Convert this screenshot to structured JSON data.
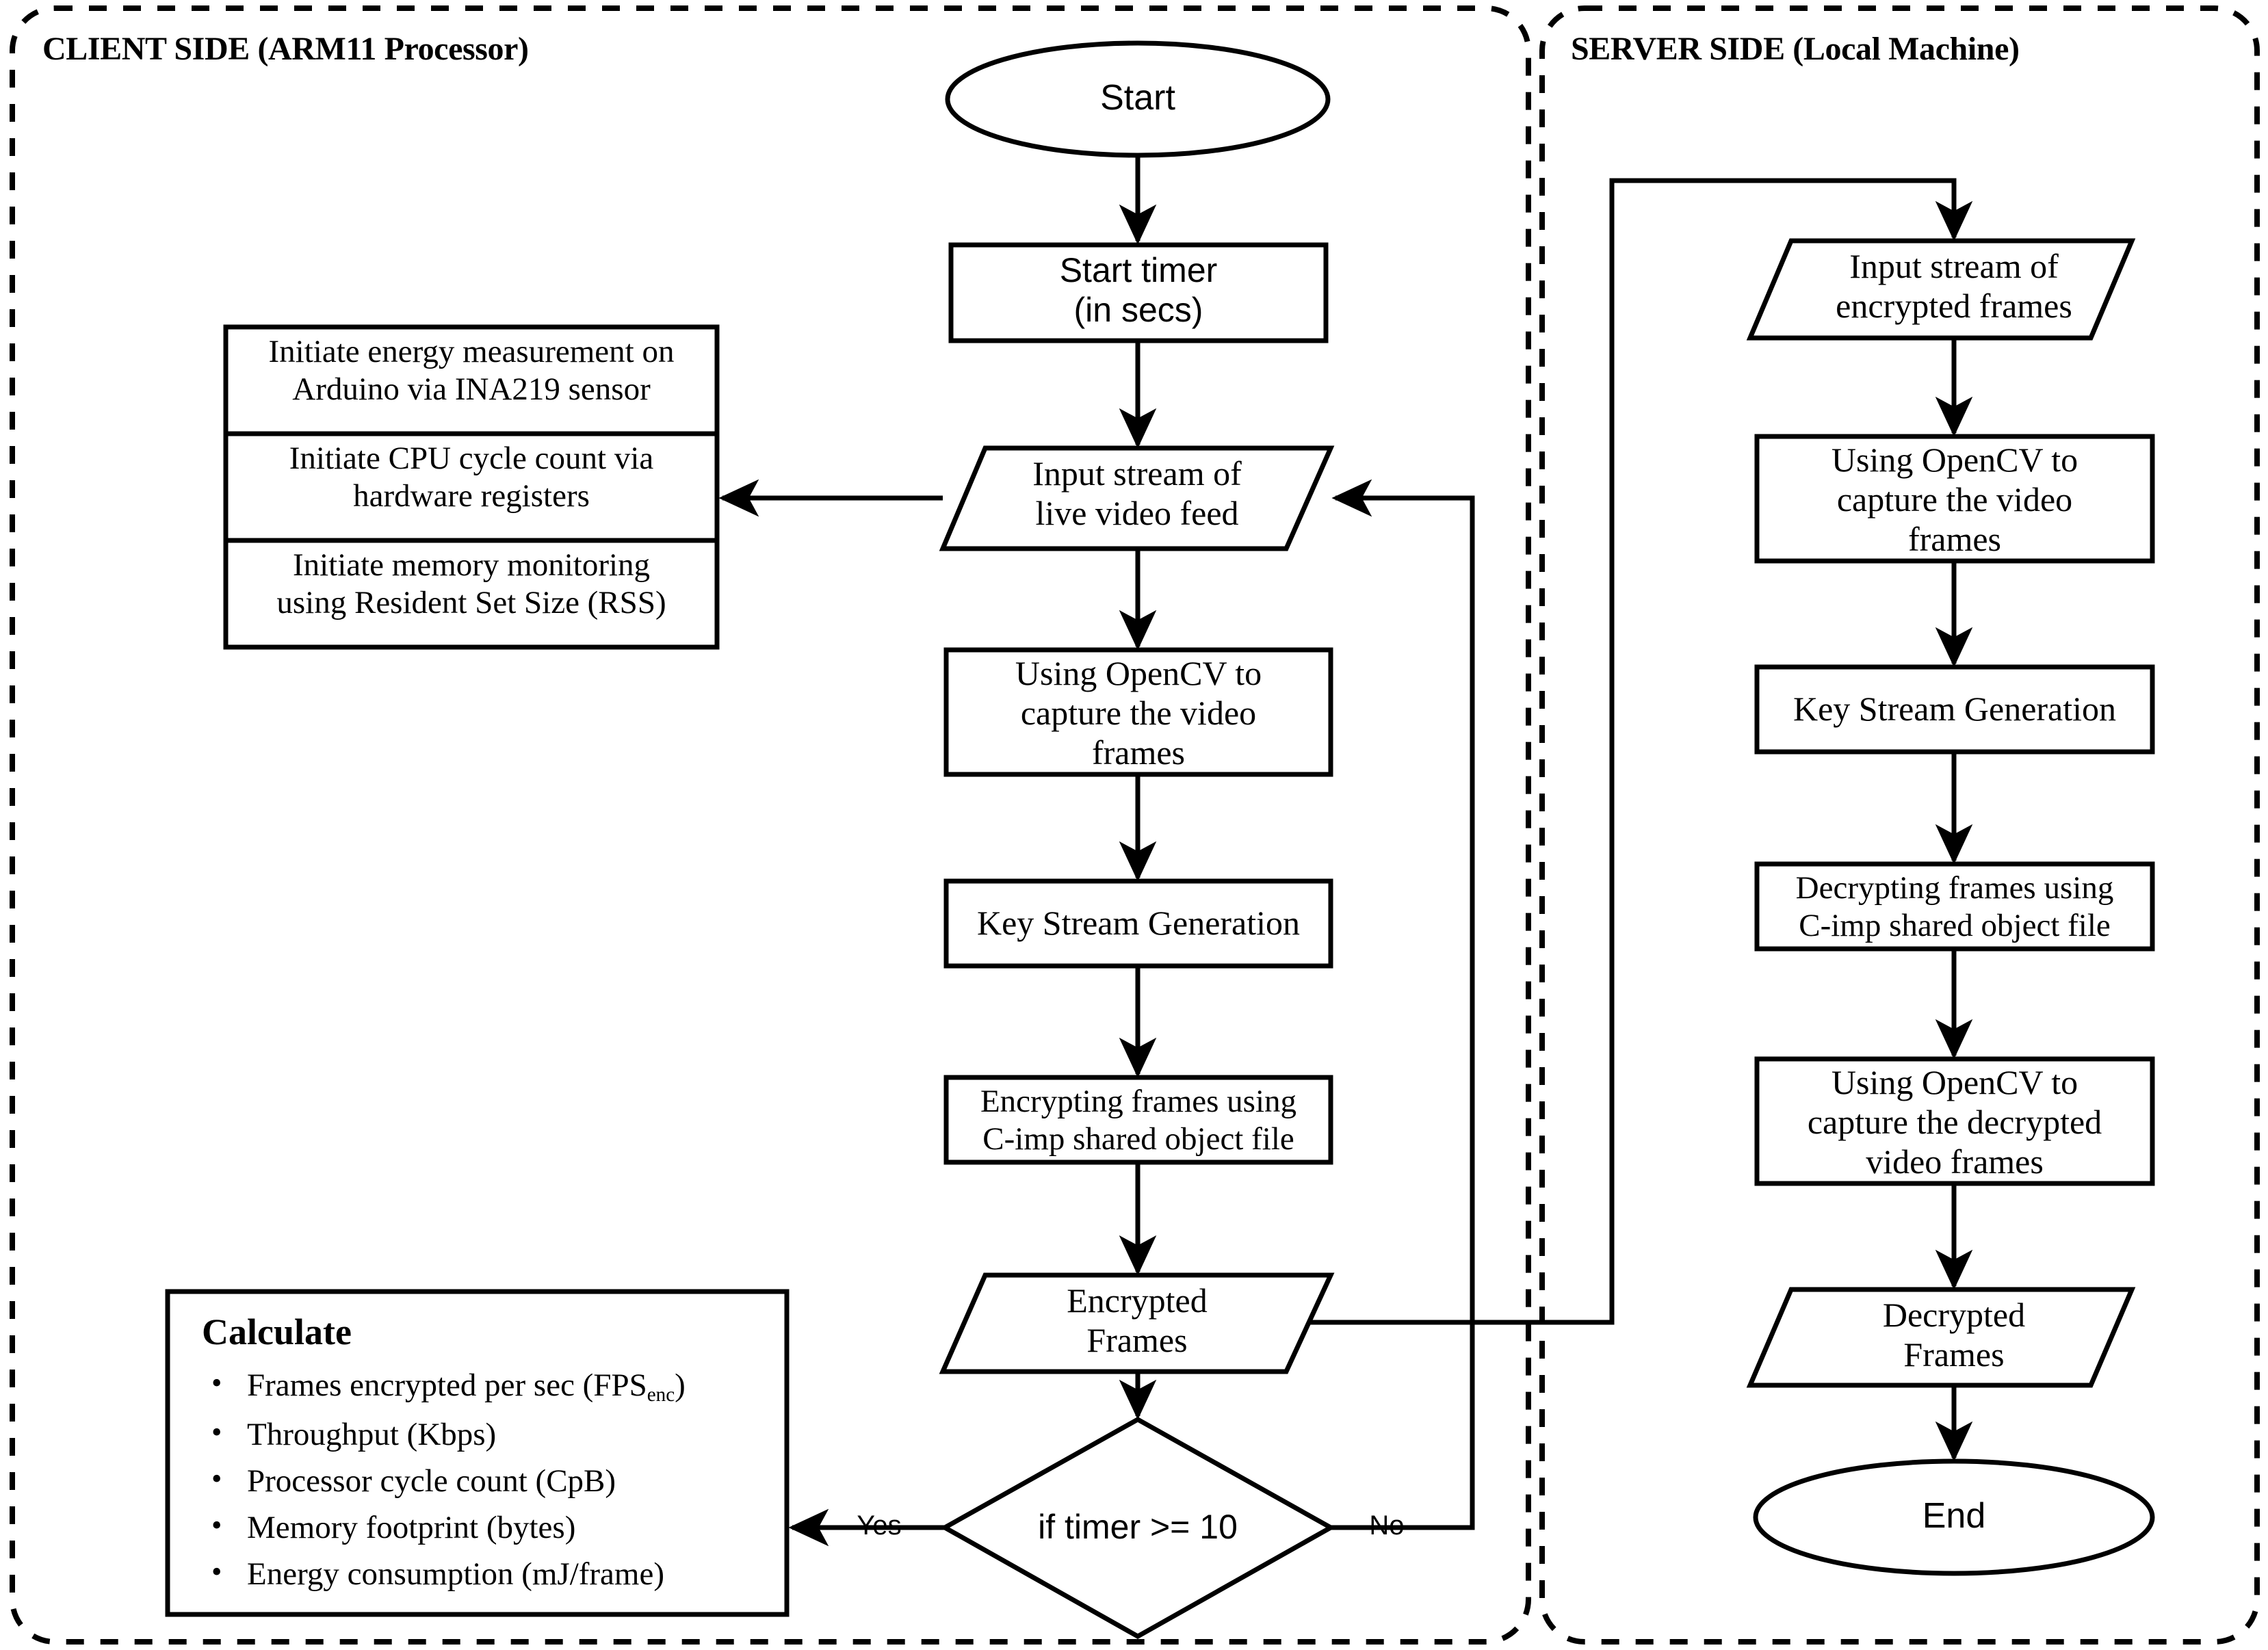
{
  "panels": {
    "client": {
      "title": "CLIENT SIDE (ARM11 Processor)"
    },
    "server": {
      "title": "SERVER SIDE (Local Machine)"
    }
  },
  "client_flow": {
    "start": "Start",
    "start_timer_l1": "Start timer",
    "start_timer_l2": "(in secs)",
    "input_stream_l1": "Input stream of",
    "input_stream_l2": "live video feed",
    "opencv_l1": "Using OpenCV to",
    "opencv_l2": "capture the video",
    "opencv_l3": "frames",
    "key_stream": "Key Stream Generation",
    "encrypting_l1": "Encrypting frames using",
    "encrypting_l2": "C-imp shared object file",
    "encrypted_l1": "Encrypted",
    "encrypted_l2": "Frames",
    "decision": "if timer >= 10",
    "label_yes": "Yes",
    "label_no": "No"
  },
  "monitor_box": {
    "rows": [
      {
        "l1": "Initiate energy measurement on",
        "l2": "Arduino via INA219 sensor"
      },
      {
        "l1": "Initiate CPU cycle count via",
        "l2": "hardware registers"
      },
      {
        "l1": "Initiate memory monitoring",
        "l2": "using Resident Set Size (RSS)"
      }
    ]
  },
  "calculate_box": {
    "heading": "Calculate",
    "items": [
      {
        "pre": "Frames encrypted per sec (FPS",
        "sub": "enc",
        "post": ")"
      },
      {
        "pre": "Throughput (Kbps)",
        "sub": "",
        "post": ""
      },
      {
        "pre": "Processor cycle count (CpB)",
        "sub": "",
        "post": ""
      },
      {
        "pre": "Memory footprint (bytes)",
        "sub": "",
        "post": ""
      },
      {
        "pre": "Energy consumption (mJ/frame)",
        "sub": "",
        "post": ""
      }
    ]
  },
  "server_flow": {
    "input_stream_l1": "Input stream of",
    "input_stream_l2": "encrypted frames",
    "opencv_l1": "Using OpenCV to",
    "opencv_l2": "capture the video",
    "opencv_l3": "frames",
    "key_stream": "Key Stream Generation",
    "decrypting_l1": "Decrypting frames using",
    "decrypting_l2": "C-imp shared object file",
    "opencv2_l1": "Using OpenCV to",
    "opencv2_l2": "capture the decrypted",
    "opencv2_l3": "video frames",
    "decrypted_l1": "Decrypted",
    "decrypted_l2": "Frames",
    "end": "End"
  },
  "colors": {
    "ink": "#000000",
    "paper": "#ffffff"
  }
}
